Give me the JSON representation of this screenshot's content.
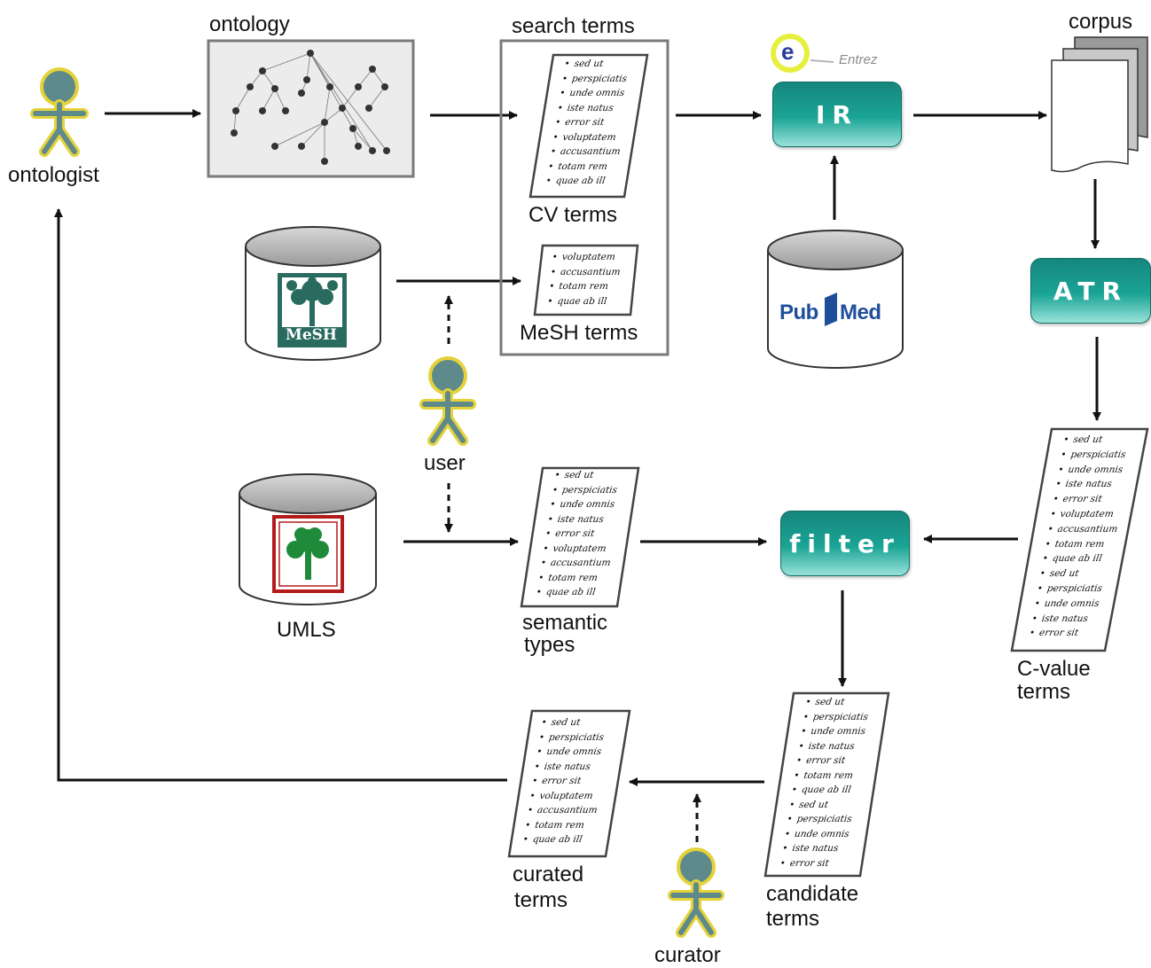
{
  "actors": {
    "ontologist": "ontologist",
    "user": "user",
    "curator": "curator"
  },
  "titles": {
    "ontology": "ontology",
    "search_terms": "search terms",
    "corpus": "corpus"
  },
  "lists": {
    "cv_terms": {
      "label": "CV terms",
      "items": [
        "sed ut",
        "perspiciatis",
        "unde omnis",
        "iste natus",
        "error sit",
        "voluptatem",
        "accusantium",
        "totam rem",
        "quae ab ill"
      ]
    },
    "mesh_terms": {
      "label": "MeSH terms",
      "items": [
        "voluptatem",
        "accusantium",
        "totam rem",
        "quae ab ill"
      ]
    },
    "semantic_types": {
      "label_line1": "semantic",
      "label_line2": "types",
      "items": [
        "sed ut",
        "perspiciatis",
        "unde omnis",
        "iste natus",
        "error sit",
        "voluptatem",
        "accusantium",
        "totam rem",
        "quae ab ill"
      ]
    },
    "c_value_terms": {
      "label_line1": "C-value",
      "label_line2": "terms",
      "items": [
        "sed ut",
        "perspiciatis",
        "unde omnis",
        "iste natus",
        "error sit",
        "voluptatem",
        "accusantium",
        "totam rem",
        "quae ab ill",
        "sed ut",
        "perspiciatis",
        "unde omnis",
        "iste natus",
        "error sit"
      ]
    },
    "candidate_terms": {
      "label_line1": "candidate",
      "label_line2": "terms",
      "items": [
        "sed ut",
        "perspiciatis",
        "unde omnis",
        "iste natus",
        "error sit",
        "totam rem",
        "quae ab ill",
        "sed ut",
        "perspiciatis",
        "unde omnis",
        "iste natus",
        "error sit"
      ]
    },
    "curated_terms": {
      "label_line1": "curated",
      "label_line2": "terms",
      "items": [
        "sed ut",
        "perspiciatis",
        "unde omnis",
        "iste natus",
        "error sit",
        "voluptatem",
        "accusantium",
        "totam rem",
        "quae ab ill"
      ]
    }
  },
  "processes": {
    "ir": "IR",
    "atr": "ATR",
    "filter": "filter"
  },
  "databases": {
    "mesh": "MeSH",
    "pubmed_pub": "Pub",
    "pubmed_med": "Med",
    "umls": "UMLS"
  },
  "logos": {
    "entrez": "Entrez",
    "entrez_letter": "e"
  },
  "colors": {
    "actor_fill": "#5f8a8b",
    "actor_outline": "#e4d23a",
    "process_fill": "#1aa495",
    "mesh_green": "#2a6b5f",
    "umls_red": "#b31b1b",
    "pubmed_blue": "#1f4f9a"
  }
}
